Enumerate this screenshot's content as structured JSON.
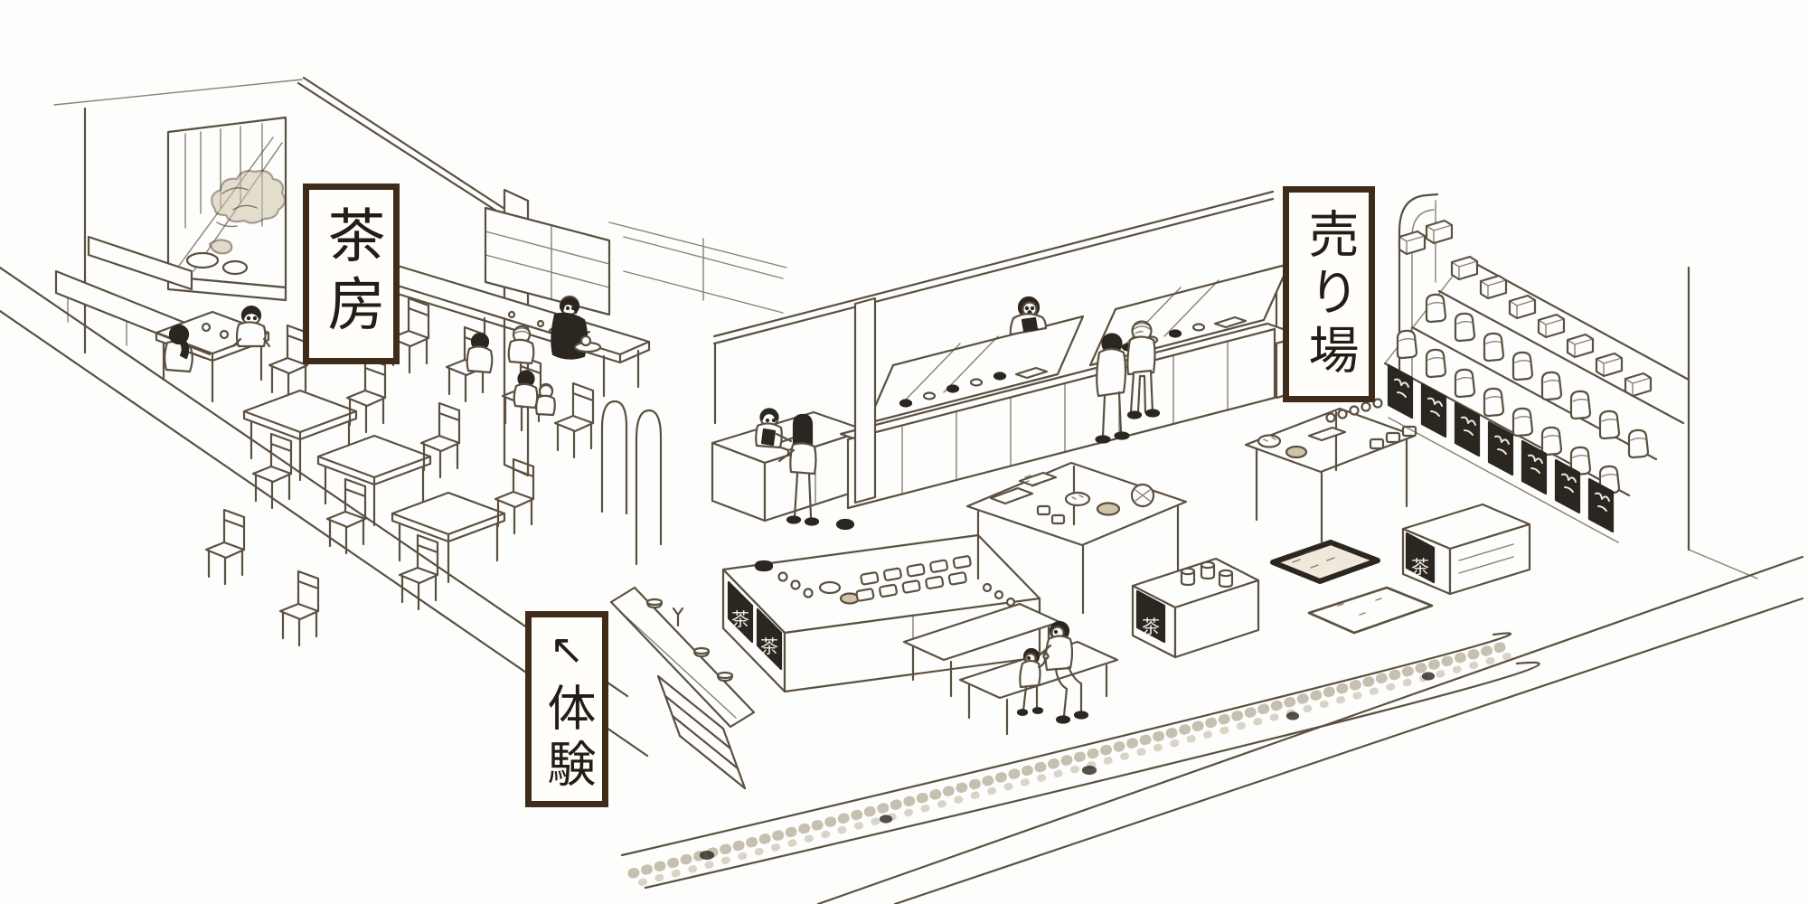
{
  "scene": {
    "description": "Hand-drawn isometric cutaway illustration of a Japanese tea shop interior",
    "style": "sepia ink sketch on white paper"
  },
  "signs": {
    "cafe": "茶房",
    "sales_floor": "売り場",
    "experience": "体験",
    "experience_arrow": "↖"
  },
  "product_tile_kanji": "茶",
  "palette": {
    "paper": "#fdfdfb",
    "ink": "#5b5040",
    "ink_dark": "#2b2620",
    "sign_border": "#3f2b1a",
    "shade": "#cfc3a9"
  }
}
